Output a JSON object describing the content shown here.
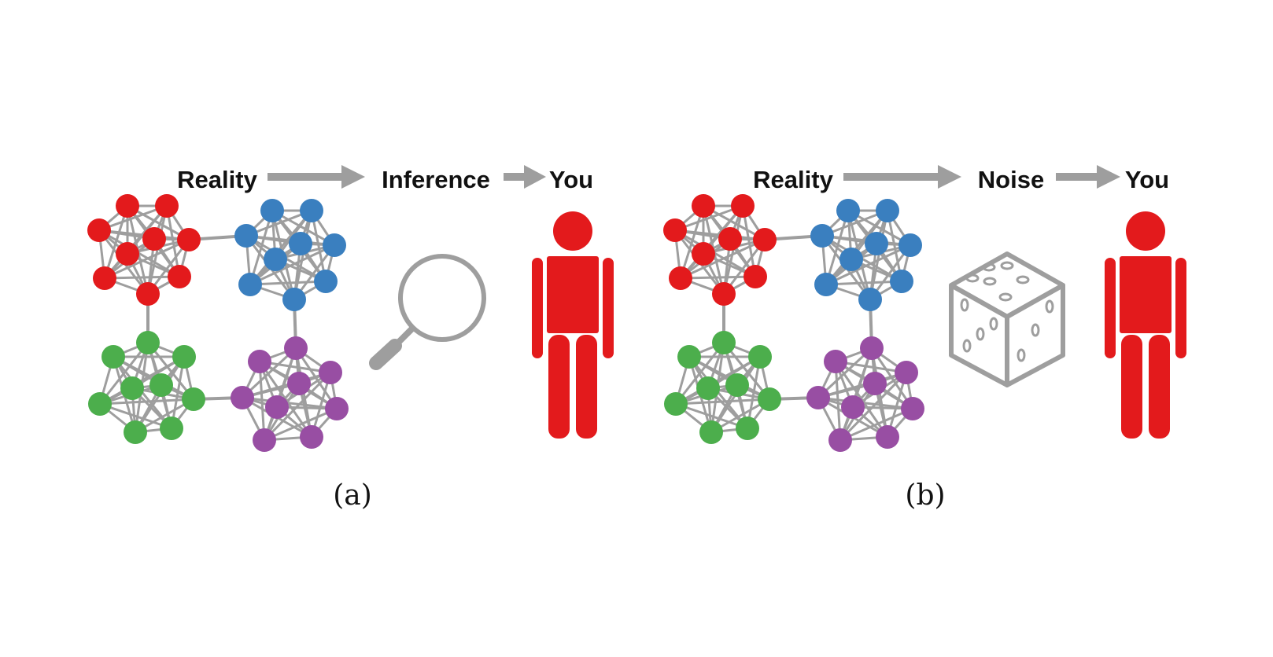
{
  "panel_a": {
    "labels": {
      "stage1": "Reality",
      "stage2": "Inference",
      "stage3": "You"
    },
    "caption": "(a)",
    "middle_icon": "magnifying-glass-icon"
  },
  "panel_b": {
    "labels": {
      "stage1": "Reality",
      "stage2": "Noise",
      "stage3": "You"
    },
    "caption": "(b)",
    "middle_icon": "dice-icon"
  },
  "colors": {
    "cluster_red": "#e31a1c",
    "cluster_blue": "#3a7fbf",
    "cluster_green": "#4cae4c",
    "cluster_purple": "#984ea3",
    "edge_gray": "#9e9e9e",
    "person_red": "#e31a1c"
  }
}
